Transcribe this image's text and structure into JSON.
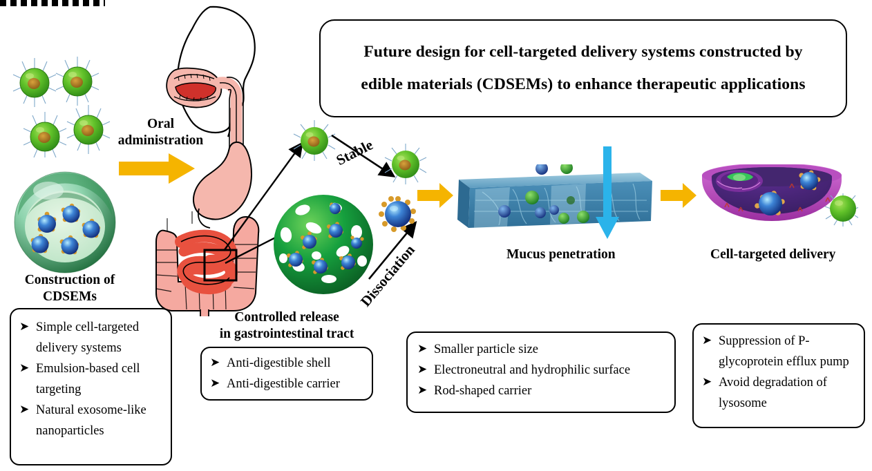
{
  "title_banner": {
    "line1": "Future design for cell-targeted delivery systems constructed by",
    "line2": "edible materials (CDSEMs) to enhance therapeutic applications"
  },
  "headings": {
    "construction": {
      "line1": "Construction of",
      "line2": "CDSEMs"
    },
    "controlled_release": {
      "line1": "Controlled release",
      "line2": "in gastrointestinal tract"
    }
  },
  "process_labels": {
    "oral_administration": {
      "line1": "Oral",
      "line2": "administration"
    },
    "stable": "Stable",
    "dissociation": "Dissociation",
    "mucus_penetration": "Mucus penetration",
    "cell_targeted_delivery": "Cell-targeted delivery"
  },
  "boxes": {
    "construction": {
      "bullet": "➤",
      "items": [
        "Simple cell-targeted delivery systems",
        "Emulsion-based cell targeting",
        "Natural exosome-like nanoparticles"
      ]
    },
    "controlled_release": {
      "bullet": "➤",
      "items": [
        "Anti-digestible shell",
        "Anti-digestible carrier"
      ]
    },
    "mucus": {
      "bullet": "➤",
      "items": [
        "Smaller particle size",
        " Electroneutral and hydrophilic surface",
        "Rod-shaped carrier"
      ]
    },
    "cell": {
      "bullet": "➤",
      "items": [
        "Suppression of P-glycoprotein efflux pump",
        "Avoid degradation of lysosome"
      ]
    }
  },
  "icons": {
    "yellow_arrow": "right-arrow-icon",
    "black_arrow": "thin-arrow-icon",
    "cyan_arrow": "down-arrow-icon",
    "bullet": "triangle-bullet-icon"
  },
  "colors": {
    "yellow_arrow": "#F5B400",
    "cyan_arrow": "#2BB3EA",
    "mucus_blue": "#3E7FA6",
    "cell_magenta": "#C34EC0",
    "cell_interior": "#4B2F7A",
    "particle_green": "#3FA829",
    "particle_core_blue": "#1D4FA0",
    "intestine_red": "#E8513F",
    "stomach_pink": "#F4B7AE",
    "outline_black": "#000000"
  }
}
